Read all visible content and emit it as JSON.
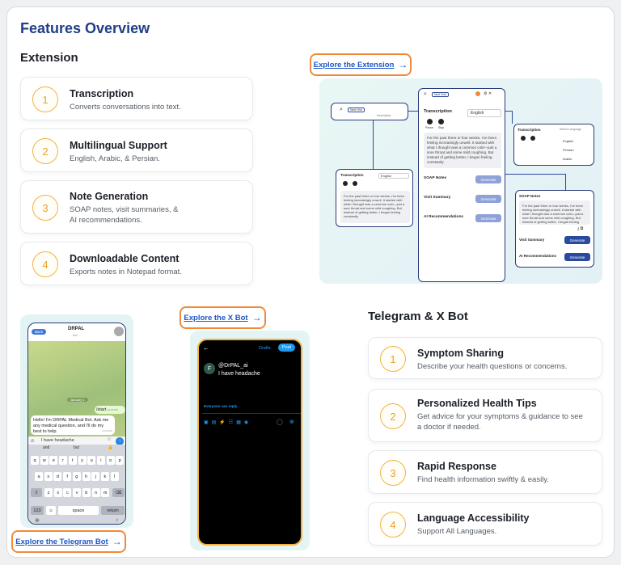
{
  "page_title": "Features Overview",
  "extension": {
    "title": "Extension",
    "cta": "Explore the Extension",
    "features": [
      {
        "num": "1",
        "title": "Transcription",
        "desc": "Converts conversations into text."
      },
      {
        "num": "2",
        "title": "Multilingual Support",
        "desc": "English, Arabic, & Persian."
      },
      {
        "num": "3",
        "title": "Note Generation",
        "desc": "SOAP notes, visit summaries, & AI recommendations."
      },
      {
        "num": "4",
        "title": "Downloadable Content",
        "desc": "Exports notes in Notepad format."
      }
    ],
    "mock": {
      "new_visit": "Next Visit",
      "transcription": "Transcription",
      "language": "English",
      "pause": "Pause",
      "stop": "Stop",
      "sample_text": "For the past three or four weeks, I've been feeling increasingly unwell. It started with what I thought was a common cold—just a sore throat and some mild coughing. But instead of getting better, I began feeling constantly",
      "soap_notes": "SOAP Notes",
      "visit_summary": "Visit Summary",
      "ai_recommendations": "AI Recommendations",
      "generate": "Generate",
      "select_language": "Select Language",
      "languages": [
        "English",
        "Persian",
        "Arabic"
      ],
      "description": "Description"
    }
  },
  "telegram_x": {
    "title": "Telegram & X Bot",
    "x_cta": "Explore the X Bot",
    "tg_cta": "Explore the Telegram Bot",
    "features": [
      {
        "num": "1",
        "title": "Symptom Sharing",
        "desc": "Describe your health questions or concerns."
      },
      {
        "num": "2",
        "title": "Personalized Health Tips",
        "desc": "Get advice for your symptoms & guidance to see a doctor if needed."
      },
      {
        "num": "3",
        "title": "Rapid Response",
        "desc": "Find health information swiftly & easily."
      },
      {
        "num": "4",
        "title": "Language Accessibility",
        "desc": "Support All Languages."
      }
    ]
  },
  "telegram_mock": {
    "back": "Back",
    "bot_name": "DRPAL",
    "bot_status": "bot",
    "date": "January 1",
    "start_msg": "/start",
    "start_time": "10:45 PM",
    "greeting": "Hello! I'm DRPAL Medical Bot. Ask me any medical question, and I'll do my best to help.",
    "greeting_time": "10:45 PM",
    "input_text": "I have headache",
    "suggestions": [
      "and",
      "but",
      "👍"
    ],
    "rows": [
      [
        "q",
        "w",
        "e",
        "r",
        "t",
        "y",
        "u",
        "i",
        "o",
        "p"
      ],
      [
        "a",
        "s",
        "d",
        "f",
        "g",
        "h",
        "j",
        "k",
        "l"
      ],
      [
        "z",
        "x",
        "c",
        "v",
        "b",
        "n",
        "m"
      ]
    ],
    "num_key": "123",
    "space_key": "space",
    "return_key": "return"
  },
  "x_mock": {
    "drafts": "Drafts",
    "post": "Post",
    "avatar_letter": "F",
    "handle": "@DrPAL_ai",
    "tweet": "I have headache",
    "reply_setting": "Everyone can reply"
  },
  "colors": {
    "title_blue": "#1f3f86",
    "accent_orange": "#f08a3a",
    "num_yellow": "#f2b33d",
    "link_blue": "#1f56c4"
  }
}
